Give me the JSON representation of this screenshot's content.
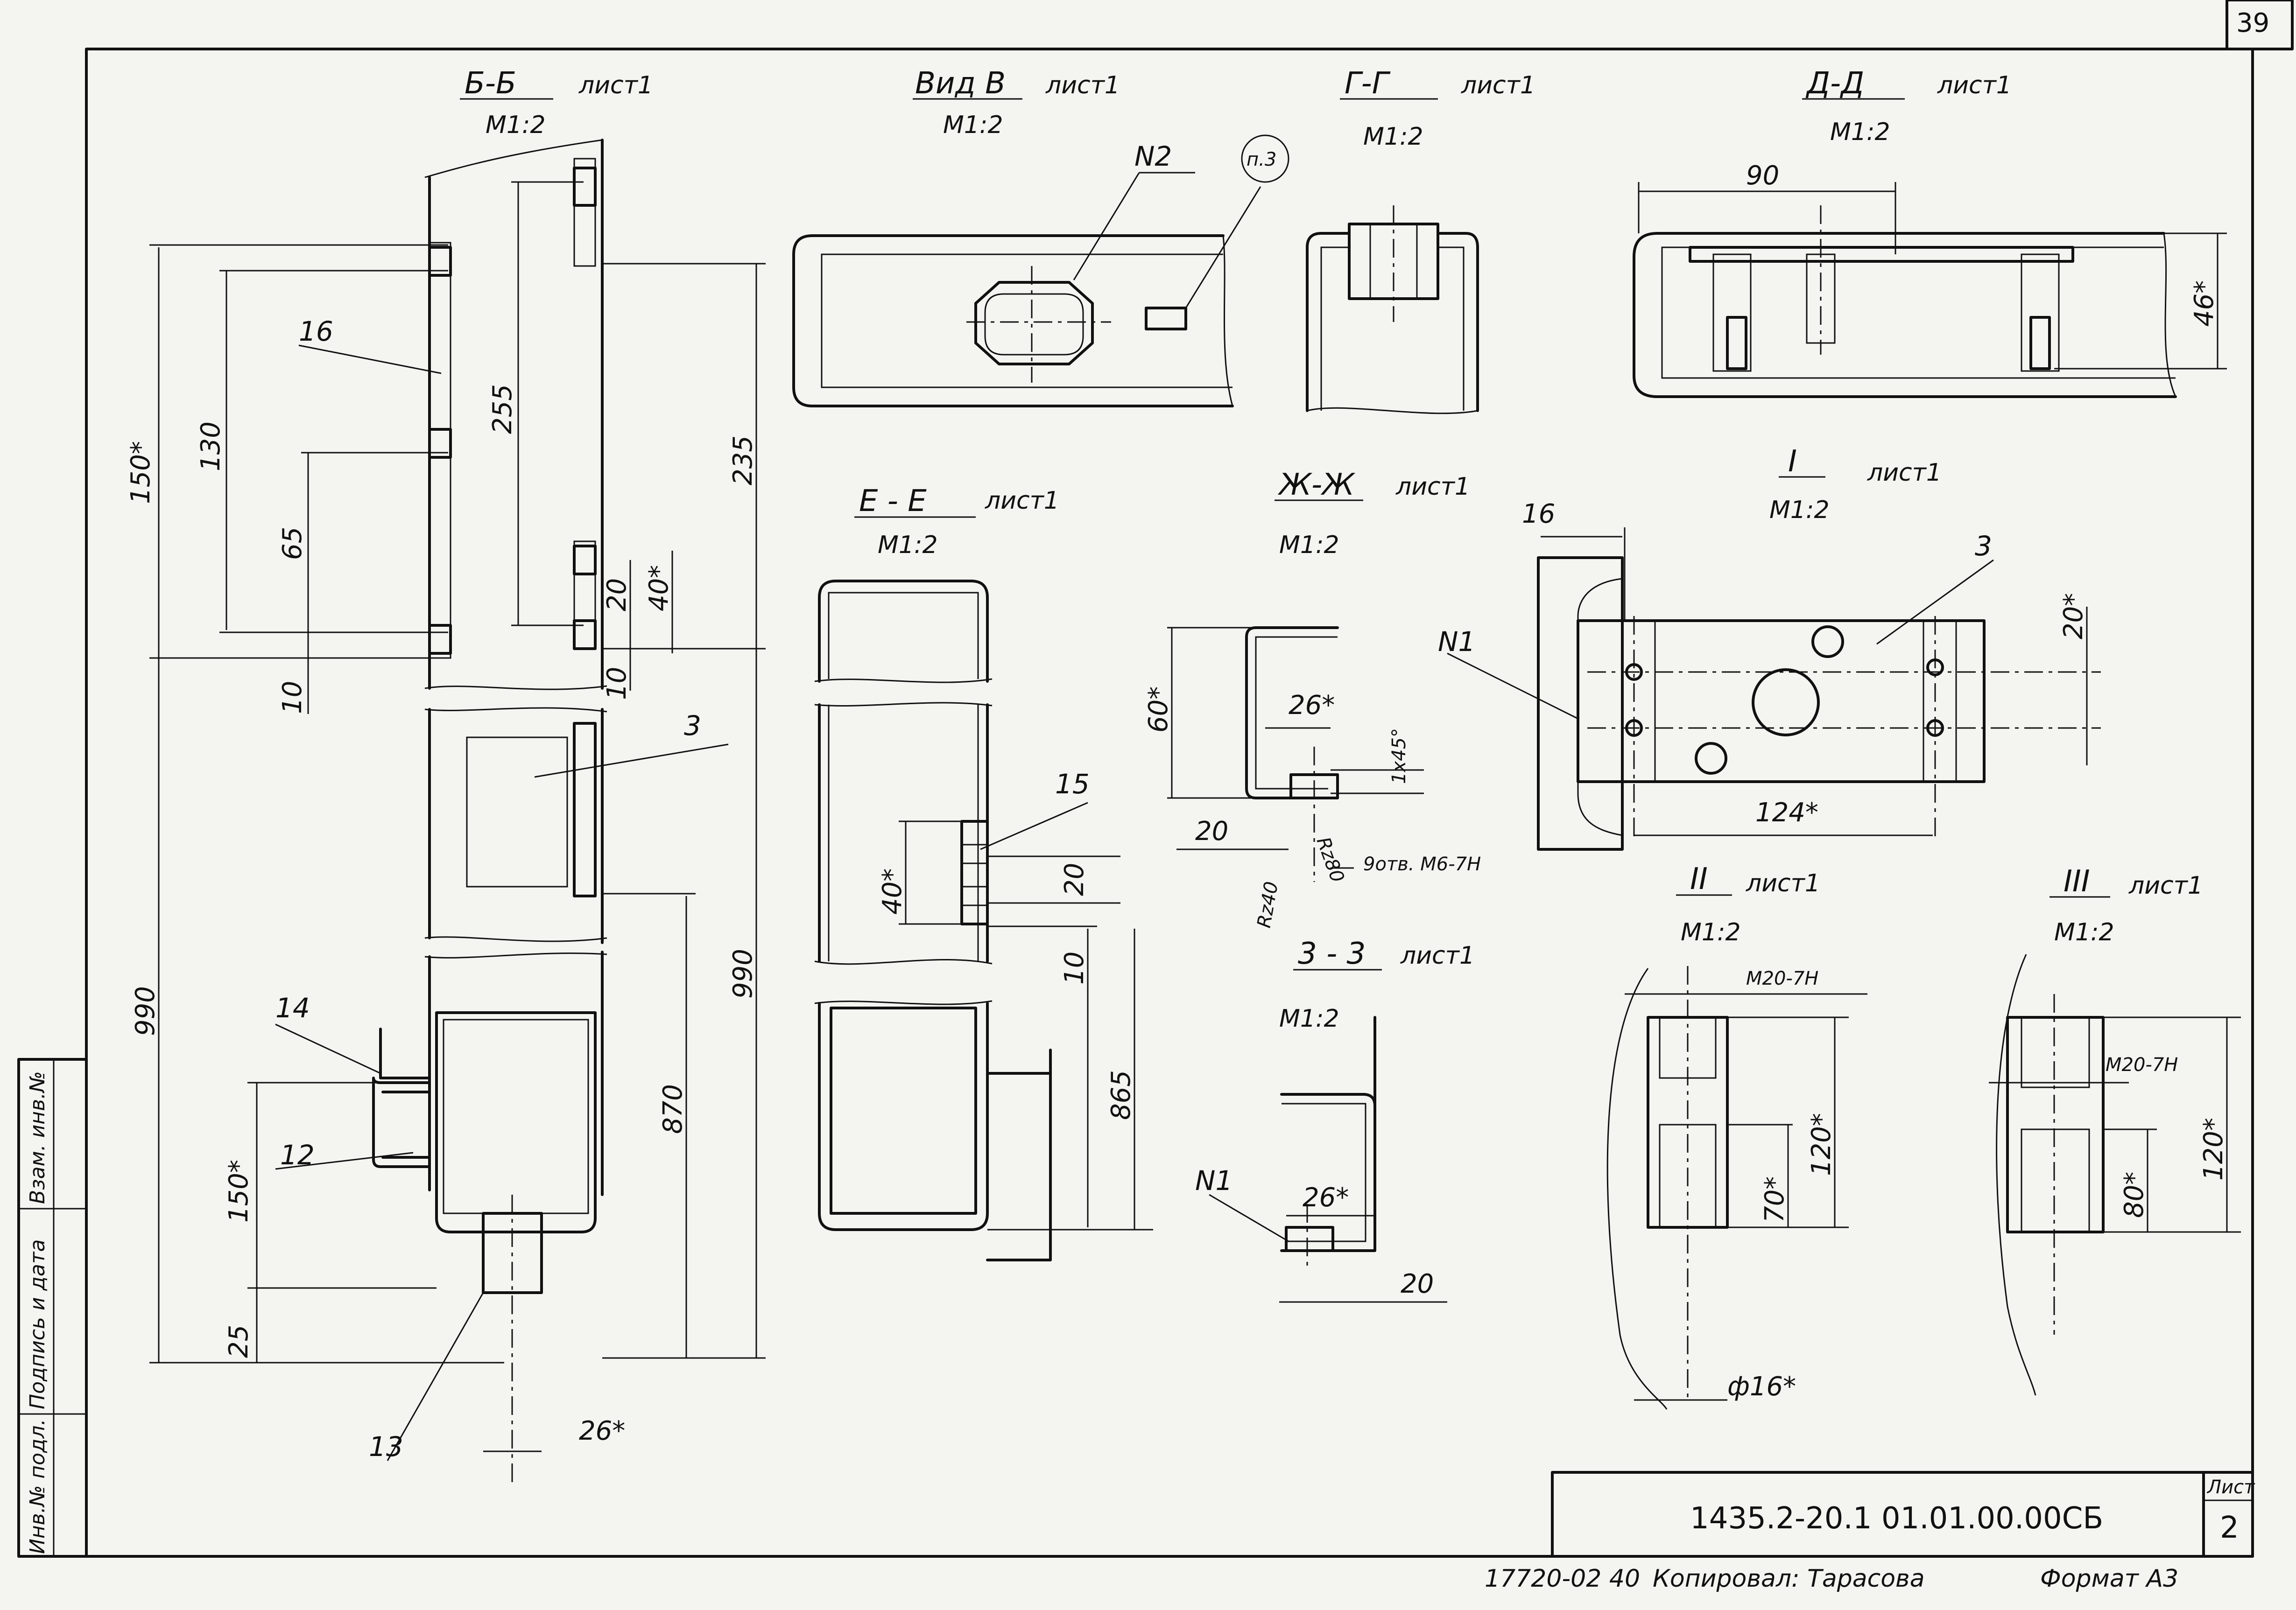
{
  "page": {
    "number": "39"
  },
  "stamp_labels": [
    "Инв.№ подл.",
    "Подпись и дата",
    "Взам. инв.№"
  ],
  "views": {
    "bb": {
      "title": "Б-Б",
      "ref": "лист1",
      "scale": "М1:2",
      "dims": {
        "d150": "150*",
        "d130": "130",
        "d65": "65",
        "d10a": "10",
        "d255": "255",
        "d40": "40*",
        "d20": "20",
        "d10b": "10",
        "d235": "235",
        "d990a": "990",
        "d990b": "990",
        "d870": "870",
        "d150b": "150*",
        "d25": "25",
        "d26": "26*"
      },
      "labels": {
        "p16": "16",
        "p3": "3",
        "p14": "14",
        "p12": "12",
        "p13": "13"
      }
    },
    "vv": {
      "title": "Вид В",
      "ref": "лист1",
      "scale": "М1:2",
      "n2": "N2",
      "note": "п.3"
    },
    "gg": {
      "title": "Г-Г",
      "ref": "лист1",
      "scale": "М1:2"
    },
    "dd": {
      "title": "Д-Д",
      "ref": "лист1",
      "scale": "М1:2",
      "d90": "90",
      "d46": "46*"
    },
    "ee": {
      "title": "Е - Е",
      "ref": "лист1",
      "scale": "М1:2",
      "d40": "40*",
      "d20": "20",
      "d10": "10",
      "d865": "865",
      "p15": "15"
    },
    "zhzh": {
      "title": "Ж-Ж",
      "ref": "лист1",
      "scale": "М1:2",
      "d60": "60*",
      "d26": "26*",
      "chamfer": "1x45°",
      "d20": "20",
      "rz80": "Rz80",
      "rz40": "Rz40",
      "holes": "9отв. М6-7Н"
    },
    "zz": {
      "title": "3 - 3",
      "ref": "лист1",
      "scale": "М1:2",
      "n1": "N1",
      "d26": "26*",
      "d20": "20"
    },
    "i": {
      "title": "I",
      "ref": "лист1",
      "scale": "М1:2",
      "d16": "16",
      "n1": "N1",
      "p3": "3",
      "d20": "20*",
      "d124": "124*"
    },
    "ii": {
      "title": "II",
      "ref": "лист1",
      "scale": "М1:2",
      "thread": "М20-7Н",
      "d120": "120*",
      "d70": "70*",
      "d16": "ф16*"
    },
    "iii": {
      "title": "III",
      "ref": "лист1",
      "scale": "М1:2",
      "thread": "М20-7Н",
      "d120": "120*",
      "d80": "80*"
    }
  },
  "title_block": {
    "code": "1435.2-20.1 01.01.00.00СБ",
    "sheet_label": "Лист",
    "sheet": "2"
  },
  "footer": {
    "order": "17720-02 40",
    "copied": "Копировал: Тарасова",
    "format": "Формат А3"
  }
}
